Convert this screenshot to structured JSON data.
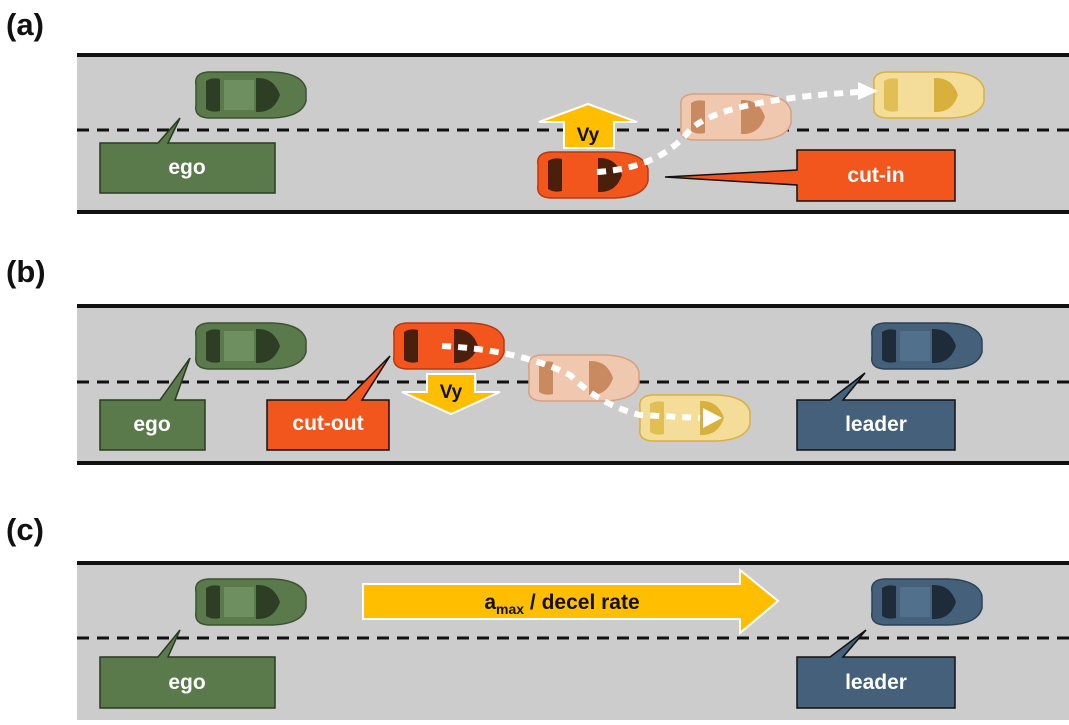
{
  "panels": [
    {
      "label": "(a)",
      "callouts": {
        "ego": "ego",
        "actor": "cut-in"
      },
      "arrow_label": "Vy"
    },
    {
      "label": "(b)",
      "callouts": {
        "ego": "ego",
        "actor": "cut-out",
        "leader": "leader"
      },
      "arrow_label": "Vy"
    },
    {
      "label": "(c)",
      "callouts": {
        "ego": "ego",
        "leader": "leader"
      },
      "accel_arrow": {
        "main": "a",
        "sub": "max",
        "rest": " / decel rate"
      }
    }
  ],
  "colors": {
    "road": "#cccccc",
    "edge": "#111111",
    "ego": "#5a7a4c",
    "ego_dark": "#2d3e24",
    "actor": "#f2561d",
    "actor_dark": "#4a1f0c",
    "actor_mid": "#f0c8b0",
    "actor_mid_dark": "#c98a60",
    "actor_end": "#f4dd98",
    "actor_end_dark": "#d9b03c",
    "leader": "#44607a",
    "leader_dark": "#1e2c3a",
    "arrow_yellow": "#ffbe00",
    "arrow_yellow_outline": "#ffffff",
    "callout_text": "#ffffff"
  },
  "icons": [
    "car-icon",
    "arrow-up-icon",
    "arrow-down-icon",
    "arrow-right-icon",
    "trajectory-arrow-icon"
  ]
}
